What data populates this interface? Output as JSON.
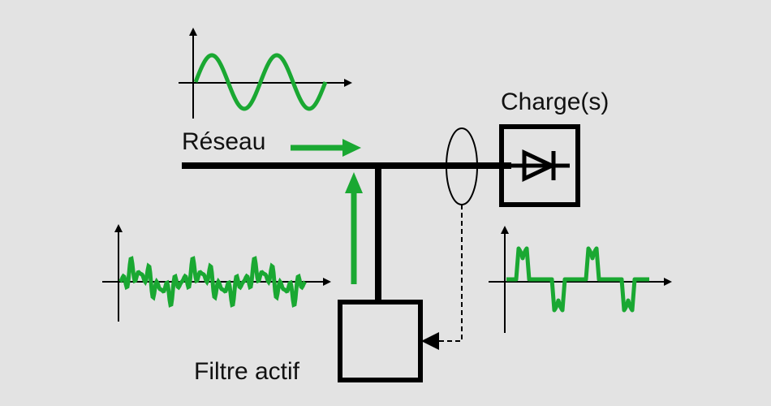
{
  "labels": {
    "network": "Réseau",
    "load": "Charge(s)",
    "active_filter": "Filtre actif"
  },
  "colors": {
    "background": "#e3e3e3",
    "wire": "#000000",
    "waveform": "#1aa832",
    "arrow": "#1aa832"
  },
  "waveforms": {
    "network_current": "sinusoidal",
    "filter_current": "harmonic compensation",
    "load_current": "pulsed non-linear"
  }
}
